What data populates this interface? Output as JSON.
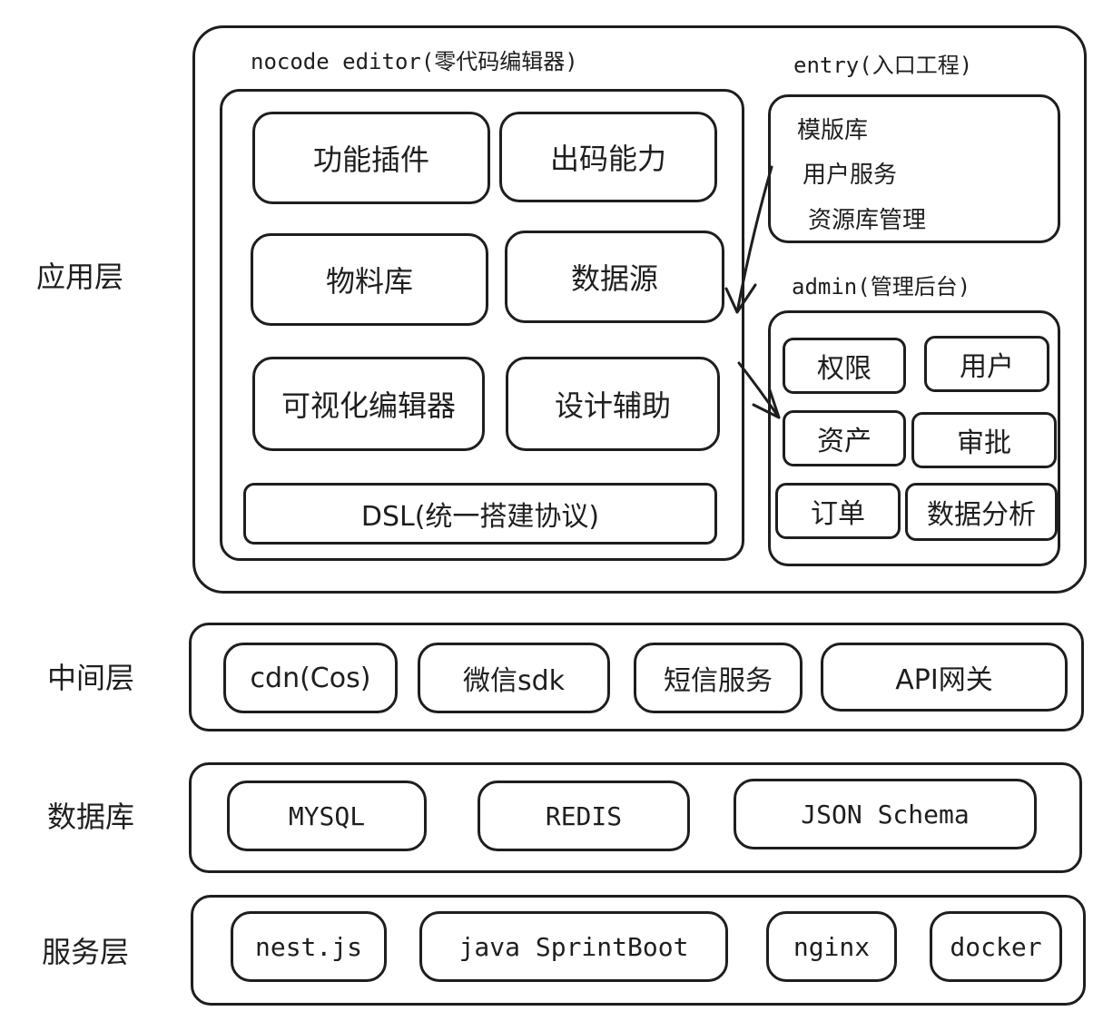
{
  "layers": {
    "app": "应用层",
    "middle": "中间层",
    "db": "数据库",
    "service": "服务层"
  },
  "editor": {
    "title": "nocode editor(零代码编辑器)",
    "modules": {
      "plugins": "功能插件",
      "codegen": "出码能力",
      "materials": "物料库",
      "datasource": "数据源",
      "visual_editor": "可视化编辑器",
      "design_aid": "设计辅助",
      "dsl": "DSL(统一搭建协议)"
    }
  },
  "entry": {
    "title": "entry(入口工程)",
    "items": [
      "模版库",
      "用户服务",
      "资源库管理"
    ]
  },
  "admin": {
    "title": "admin(管理后台)",
    "modules": {
      "permission": "权限",
      "user": "用户",
      "asset": "资产",
      "approval": "审批",
      "order": "订单",
      "analytics": "数据分析"
    }
  },
  "middleware": {
    "cdn": "cdn(Cos)",
    "wechat": "微信sdk",
    "sms": "短信服务",
    "gateway": "API网关"
  },
  "database": {
    "mysql": "MYSQL",
    "redis": "REDIS",
    "json_schema": "JSON Schema"
  },
  "services": {
    "nest": "nest.js",
    "java": "java SprintBoot",
    "nginx": "nginx",
    "docker": "docker"
  }
}
